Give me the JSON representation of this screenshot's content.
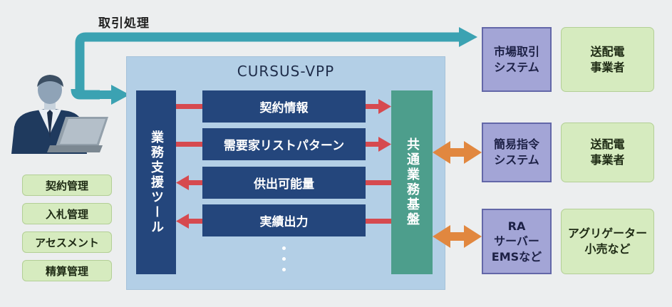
{
  "top_label": "取引処理",
  "vpp": {
    "title": "CURSUS-VPP",
    "ops_tool": "業務支援ツール",
    "common_platform": "共通業務基盤",
    "functions": [
      {
        "label": "契約情報",
        "direction": "to-platform"
      },
      {
        "label": "需要家リストパターン",
        "direction": "to-platform"
      },
      {
        "label": "供出可能量",
        "direction": "to-tool"
      },
      {
        "label": "実績出力",
        "direction": "to-tool"
      }
    ]
  },
  "systems": {
    "market": "市場取引\nシステム",
    "simple_dispatch": "簡易指令\nシステム",
    "ra_server": "RA\nサーバー\nEMSなど"
  },
  "partners": {
    "tso_1": "送配電\n事業者",
    "tso_2": "送配電\n事業者",
    "aggregator": "アグリゲーター\n小売など"
  },
  "management": [
    "契約管理",
    "入札管理",
    "アセスメント",
    "精算管理"
  ],
  "colors": {
    "navy": "#24467c",
    "teal": "#4d9e8c",
    "panel": "#b3cfe6",
    "red_arrow": "#d64a4f",
    "orange_arrow": "#e1873f",
    "system_box": "#a3a5d6",
    "green_box": "#d6ebbf",
    "flow_arrow": "#3ba2b2"
  },
  "icons": [
    "person-with-laptop-icon",
    "vertical-ellipsis-icon"
  ]
}
